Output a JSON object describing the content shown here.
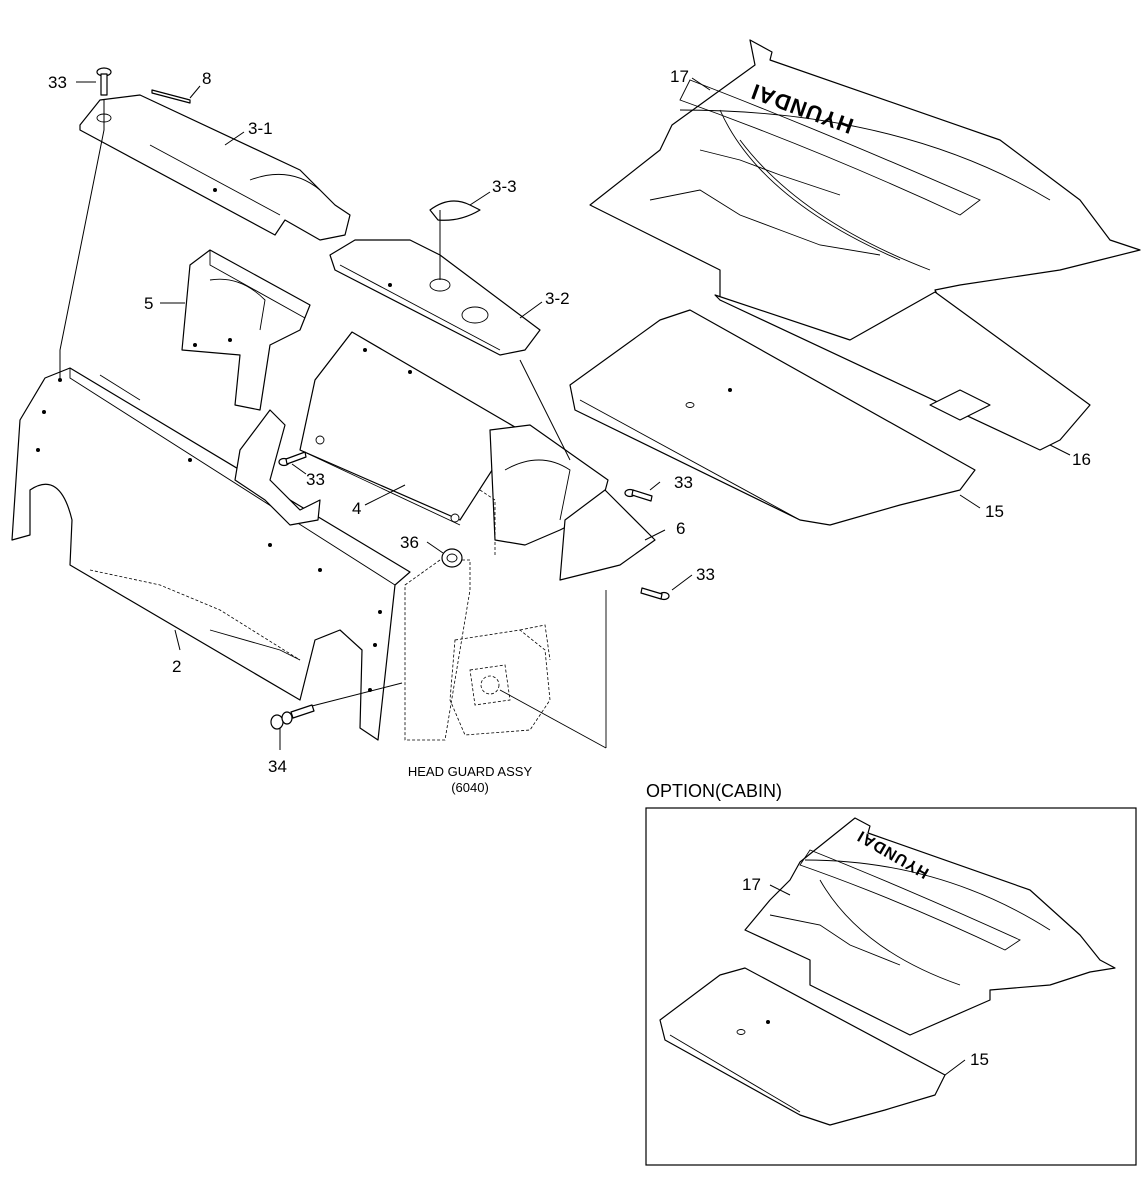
{
  "callouts": {
    "c33_top": "33",
    "c8": "8",
    "c3_1": "3-1",
    "c3_3": "3-3",
    "c3_2": "3-2",
    "c5": "5",
    "c33_left": "33",
    "c4": "4",
    "c33_right": "33",
    "c36": "36",
    "c6": "6",
    "c33_lower": "33",
    "c2": "2",
    "c34": "34",
    "c17": "17",
    "c16": "16",
    "c15": "15",
    "opt_c17": "17",
    "opt_c15": "15"
  },
  "captions": {
    "head_guard_line1": "HEAD GUARD ASSY",
    "head_guard_line2": "(6040)"
  },
  "option": {
    "title": "OPTION(CABIN)"
  },
  "logos": {
    "mat_logo": "HYUNDAI",
    "option_mat_logo": "HYUNDAI"
  }
}
